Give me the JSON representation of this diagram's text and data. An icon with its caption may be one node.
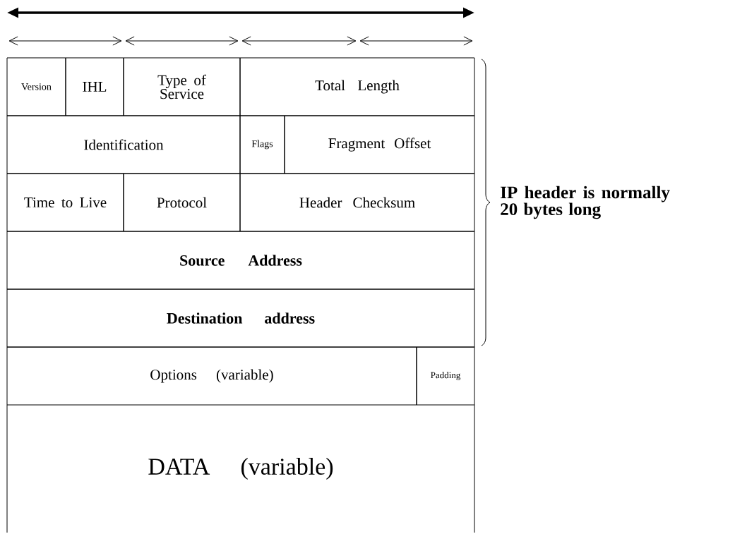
{
  "diagram": {
    "nodes": [
      {
        "text": [
          "Version"
        ]
      },
      {
        "text": [
          "IHL"
        ]
      },
      {
        "text": [
          "Type of Service"
        ]
      },
      {
        "text": [
          "Total Length"
        ]
      },
      {
        "text": [
          "Identification"
        ]
      },
      {
        "text": [
          "Flags"
        ]
      },
      {
        "text": [
          "Fragment Offset"
        ]
      },
      {
        "text": [
          "Time to Live"
        ]
      },
      {
        "text": [
          "Protocol"
        ]
      },
      {
        "text": [
          "Header Checksum"
        ]
      },
      {
        "text": [
          "Source Address"
        ]
      },
      {
        "text": [
          "Destination address"
        ]
      },
      {
        "text": [
          "Options (variable)"
        ]
      },
      {
        "text": [
          "Padding"
        ]
      },
      {
        "text": [
          "DATA (variable)"
        ]
      }
    ],
    "edges": [],
    "labels": [
      "IP header is normally 20 bytes long"
    ]
  }
}
